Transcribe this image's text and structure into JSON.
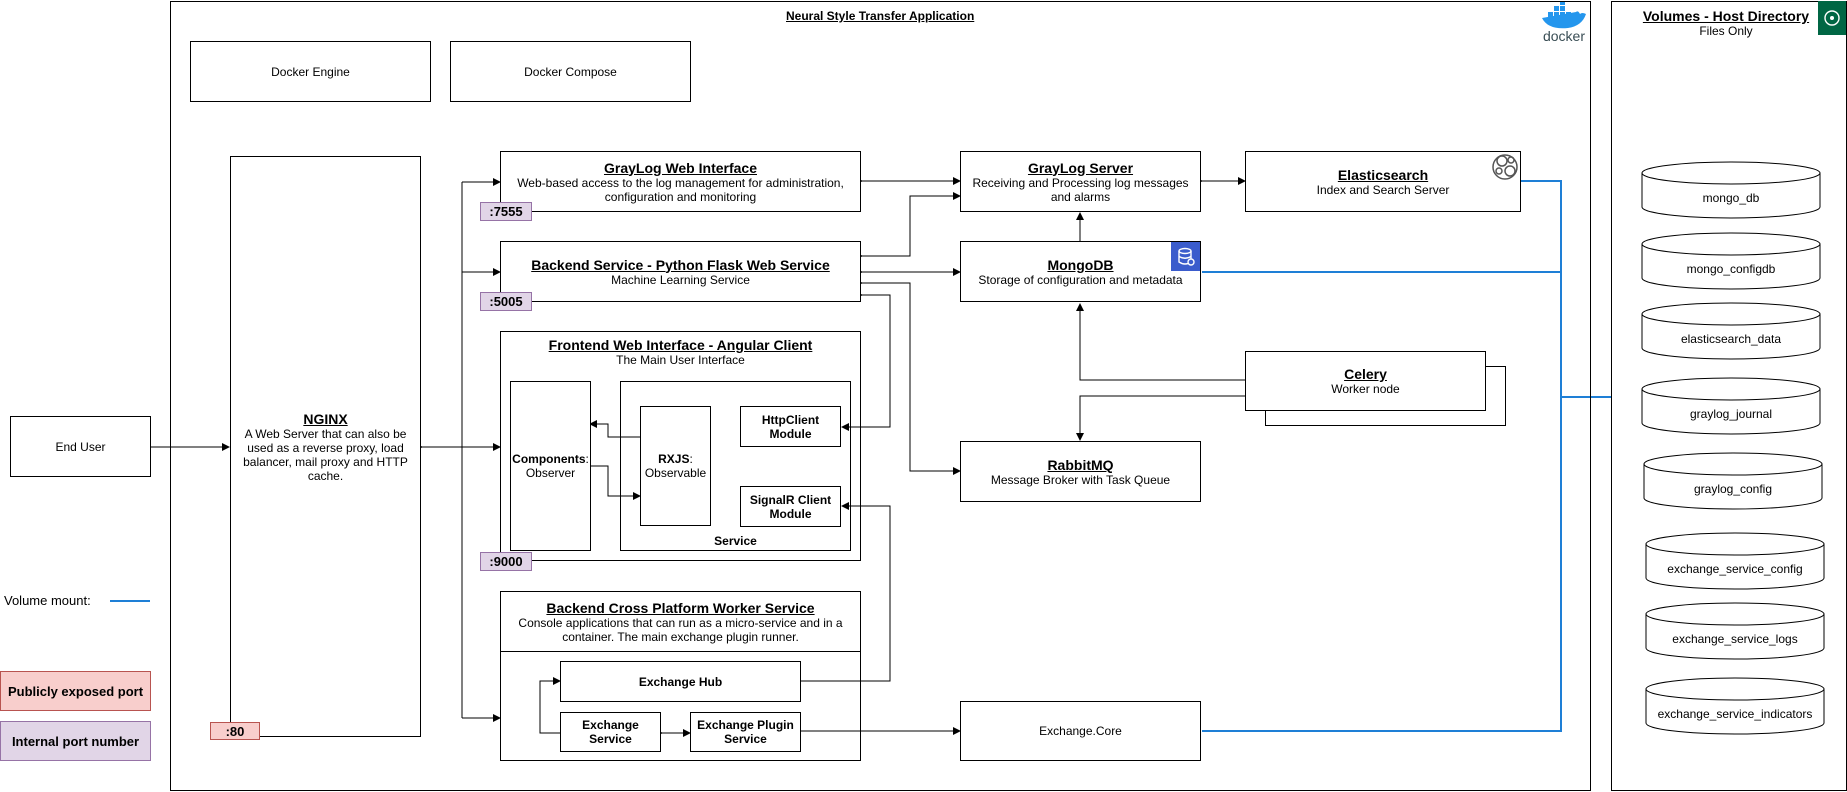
{
  "app": {
    "title": "Neural Style Transfer Application",
    "docker_logo_text": "docker"
  },
  "infra": {
    "engine": "Docker Engine",
    "compose": "Docker Compose"
  },
  "end_user": "End User",
  "nginx": {
    "title": "NGINX",
    "description": "A Web Server that can also be used as a reverse proxy, load balancer, mail proxy and HTTP cache.",
    "port": ":80"
  },
  "graylog_web": {
    "title": "GrayLog Web Interface",
    "description": "Web-based access to the log management for administration, configuration and monitoring",
    "port": ":7555"
  },
  "backend_flask": {
    "title": "Backend Service - Python Flask Web Service",
    "description": "Machine Learning Service",
    "port": ":5005"
  },
  "frontend": {
    "title": "Frontend Web Interface - Angular Client",
    "description": "The Main User Interface",
    "port": ":9000",
    "components_title": "Components",
    "components_sub": "Observer",
    "rxjs_title": "RXJS",
    "rxjs_sub": "Observable",
    "httpclient": "HttpClient Module",
    "signalr": "SignalR Client Module",
    "service_label": "Service"
  },
  "worker": {
    "title": "Backend Cross Platform Worker Service",
    "description": "Console applications that can run as a micro-service and in a container. The main exchange plugin runner.",
    "exchange_hub": "Exchange Hub",
    "exchange_service": "Exchange Service",
    "exchange_plugin_service": "Exchange Plugin Service"
  },
  "graylog_server": {
    "title": "GrayLog Server",
    "description": "Receiving and Processing log messages and alarms"
  },
  "elasticsearch": {
    "title": "Elasticsearch",
    "description": "Index and Search Server"
  },
  "mongodb": {
    "title": "MongoDB",
    "description": "Storage of configuration and metadata"
  },
  "celery": {
    "title": "Celery",
    "description": "Worker node"
  },
  "rabbitmq": {
    "title": "RabbitMQ",
    "description": "Message Broker with Task Queue"
  },
  "exchange_core": "Exchange.Core",
  "volumes": {
    "title": "Volumes - Host Directory",
    "subtitle": "Files Only",
    "items": [
      "mongo_db",
      "mongo_configdb",
      "elasticsearch_data",
      "graylog_journal",
      "graylog_config",
      "exchange_service_config",
      "exchange_service_logs",
      "exchange_service_indicators"
    ]
  },
  "legend": {
    "volume_mount": "Volume mount:",
    "public_port": "Publicly exposed port",
    "internal_port": "Internal port number"
  },
  "colors": {
    "volume_line": "#1e7fd6",
    "internal_port": "#e1d5e7",
    "public_port": "#f8cecc",
    "accent": "#006644"
  }
}
